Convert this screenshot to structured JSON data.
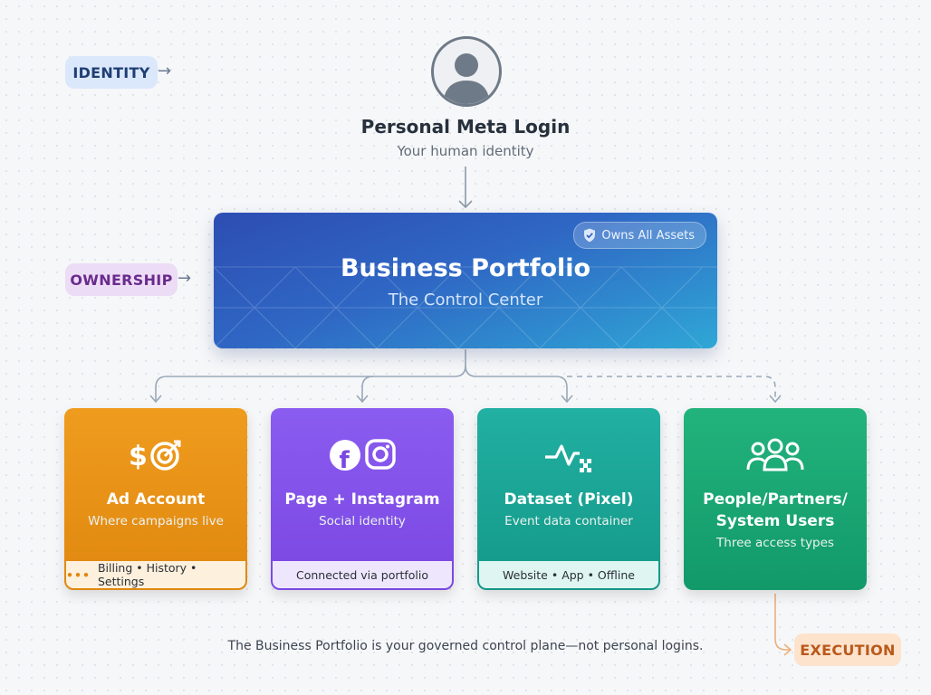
{
  "tags": {
    "identity": "IDENTITY",
    "ownership": "OWNERSHIP",
    "execution": "EXECUTION"
  },
  "login": {
    "icon": "user-avatar-icon",
    "title": "Personal Meta Login",
    "subtitle": "Your human identity"
  },
  "portfolio": {
    "badge": "Owns All Assets",
    "badge_icon": "shield-check-icon",
    "title": "Business Portfolio",
    "subtitle": "The Control Center"
  },
  "cards": {
    "ad_account": {
      "icon": "dollar-target-icon",
      "title": "Ad Account",
      "subtitle": "Where campaigns live",
      "footer": "Billing • History • Settings",
      "footer_icon": "dots-icon"
    },
    "page_instagram": {
      "icon": "facebook-instagram-icon",
      "title": "Page + Instagram",
      "subtitle": "Social identity",
      "footer": "Connected via portfolio"
    },
    "dataset": {
      "icon": "pixel-pulse-icon",
      "title": "Dataset (Pixel)",
      "subtitle": "Event data container",
      "footer": "Website • App • Offline"
    },
    "people": {
      "icon": "people-group-icon",
      "title_line1": "People/Partners/",
      "title_line2": "System Users",
      "subtitle": "Three access types"
    }
  },
  "caption": "The Business Portfolio is your governed control plane—not personal logins.",
  "colors": {
    "identity_tag": "#dbe7fb",
    "ownership_tag": "#ecdcf6",
    "execution_tag": "#fde2cc",
    "portfolio_start": "#2d4db3",
    "portfolio_end": "#2fa7d6",
    "ad_account": "#e8920f",
    "page_instagram": "#8352ea",
    "dataset": "#1aa596",
    "people": "#19a673"
  }
}
